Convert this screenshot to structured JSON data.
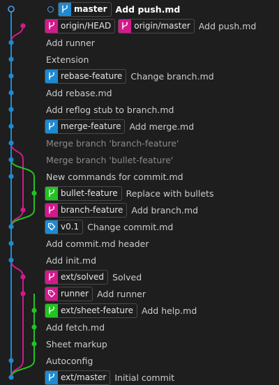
{
  "colors": {
    "background": "#1e1e1e",
    "text": "#cccccc",
    "merge_text": "#8b8b8b",
    "lane_blue": "#1f8ad2",
    "lane_magenta": "#d21a8c",
    "lane_green": "#22c322",
    "badge_border": "#4a4a4a"
  },
  "commits": [
    {
      "message": "Add push.md",
      "head": true,
      "merge": false,
      "refs": [
        {
          "label": "master",
          "type": "branch",
          "color": "blue",
          "current": true
        }
      ]
    },
    {
      "message": "Add push.md",
      "head": false,
      "merge": false,
      "refs": [
        {
          "label": "origin/HEAD",
          "type": "branch",
          "color": "magenta"
        },
        {
          "label": "origin/master",
          "type": "branch",
          "color": "magenta"
        }
      ]
    },
    {
      "message": "Add runner",
      "head": false,
      "merge": false,
      "refs": []
    },
    {
      "message": "Extension",
      "head": false,
      "merge": false,
      "refs": []
    },
    {
      "message": "Change branch.md",
      "head": false,
      "merge": false,
      "refs": [
        {
          "label": "rebase-feature",
          "type": "branch",
          "color": "blue"
        }
      ]
    },
    {
      "message": "Add rebase.md",
      "head": false,
      "merge": false,
      "refs": []
    },
    {
      "message": "Add reflog stub to branch.md",
      "head": false,
      "merge": false,
      "refs": []
    },
    {
      "message": "Add merge.md",
      "head": false,
      "merge": false,
      "refs": [
        {
          "label": "merge-feature",
          "type": "branch",
          "color": "blue"
        }
      ]
    },
    {
      "message": "Merge branch 'branch-feature'",
      "head": false,
      "merge": true,
      "refs": []
    },
    {
      "message": "Merge branch 'bullet-feature'",
      "head": false,
      "merge": true,
      "refs": []
    },
    {
      "message": "New commands for commit.md",
      "head": false,
      "merge": false,
      "refs": []
    },
    {
      "message": "Replace with bullets",
      "head": false,
      "merge": false,
      "refs": [
        {
          "label": "bullet-feature",
          "type": "branch",
          "color": "green"
        }
      ]
    },
    {
      "message": "Add branch.md",
      "head": false,
      "merge": false,
      "refs": [
        {
          "label": "branch-feature",
          "type": "branch",
          "color": "magenta"
        }
      ]
    },
    {
      "message": "Change commit.md",
      "head": false,
      "merge": false,
      "refs": [
        {
          "label": "v0.1",
          "type": "tag",
          "color": "blue"
        }
      ]
    },
    {
      "message": "Add commit.md header",
      "head": false,
      "merge": false,
      "refs": []
    },
    {
      "message": "Add init.md",
      "head": false,
      "merge": false,
      "refs": []
    },
    {
      "message": "Solved",
      "head": false,
      "merge": false,
      "refs": [
        {
          "label": "ext/solved",
          "type": "branch",
          "color": "magenta"
        }
      ]
    },
    {
      "message": "Add runner",
      "head": false,
      "merge": false,
      "refs": [
        {
          "label": "runner",
          "type": "tag",
          "color": "magenta"
        }
      ]
    },
    {
      "message": "Add help.md",
      "head": false,
      "merge": false,
      "refs": [
        {
          "label": "ext/sheet-feature",
          "type": "branch",
          "color": "green"
        }
      ]
    },
    {
      "message": "Add fetch.md",
      "head": false,
      "merge": false,
      "refs": []
    },
    {
      "message": "Sheet markup",
      "head": false,
      "merge": false,
      "refs": []
    },
    {
      "message": "Autoconfig",
      "head": false,
      "merge": false,
      "refs": []
    },
    {
      "message": "Initial commit",
      "head": false,
      "merge": false,
      "refs": [
        {
          "label": "ext/master",
          "type": "branch",
          "color": "blue"
        }
      ]
    }
  ],
  "graph": {
    "nodes": [
      {
        "row": 0,
        "lane": 0,
        "color": "blue",
        "hollow": true
      },
      {
        "row": 1,
        "lane": 1,
        "color": "magenta"
      },
      {
        "row": 2,
        "lane": 0,
        "color": "blue"
      },
      {
        "row": 3,
        "lane": 0,
        "color": "blue"
      },
      {
        "row": 4,
        "lane": 0,
        "color": "blue"
      },
      {
        "row": 5,
        "lane": 0,
        "color": "blue"
      },
      {
        "row": 6,
        "lane": 0,
        "color": "blue"
      },
      {
        "row": 7,
        "lane": 0,
        "color": "blue"
      },
      {
        "row": 8,
        "lane": 0,
        "color": "blue"
      },
      {
        "row": 9,
        "lane": 0,
        "color": "blue"
      },
      {
        "row": 10,
        "lane": 0,
        "color": "blue"
      },
      {
        "row": 11,
        "lane": 2,
        "color": "green"
      },
      {
        "row": 12,
        "lane": 1,
        "color": "magenta"
      },
      {
        "row": 13,
        "lane": 0,
        "color": "blue"
      },
      {
        "row": 14,
        "lane": 0,
        "color": "blue"
      },
      {
        "row": 15,
        "lane": 0,
        "color": "blue"
      },
      {
        "row": 16,
        "lane": 1,
        "color": "magenta"
      },
      {
        "row": 17,
        "lane": 1,
        "color": "magenta"
      },
      {
        "row": 18,
        "lane": 2,
        "color": "green"
      },
      {
        "row": 19,
        "lane": 2,
        "color": "green"
      },
      {
        "row": 20,
        "lane": 2,
        "color": "green"
      },
      {
        "row": 21,
        "lane": 0,
        "color": "blue"
      },
      {
        "row": 22,
        "lane": 0,
        "color": "blue"
      }
    ],
    "edges": [
      {
        "from": [
          0,
          0
        ],
        "to": [
          22,
          0
        ],
        "color": "blue"
      },
      {
        "from": [
          1,
          1
        ],
        "to": [
          2,
          0
        ],
        "color": "magenta"
      },
      {
        "from": [
          8,
          0
        ],
        "to": [
          9,
          1
        ],
        "color": "magenta"
      },
      {
        "from": [
          9,
          1
        ],
        "to": [
          12,
          1
        ],
        "color": "magenta"
      },
      {
        "from": [
          12,
          1
        ],
        "to": [
          13,
          0
        ],
        "color": "magenta"
      },
      {
        "from": [
          9,
          0
        ],
        "to": [
          10,
          2
        ],
        "color": "green"
      },
      {
        "from": [
          10,
          2
        ],
        "to": [
          11,
          2
        ],
        "color": "green"
      },
      {
        "from": [
          11,
          2
        ],
        "to": [
          13,
          0
        ],
        "color": "green"
      },
      {
        "from": [
          15,
          0
        ],
        "to": [
          16,
          1
        ],
        "color": "magenta"
      },
      {
        "from": [
          16,
          1
        ],
        "to": [
          21,
          1
        ],
        "color": "magenta"
      },
      {
        "from": [
          21,
          1
        ],
        "to": [
          22,
          0
        ],
        "color": "magenta"
      },
      {
        "from": [
          17,
          2
        ],
        "to": [
          18,
          2
        ],
        "color": "green"
      },
      {
        "from": [
          18,
          2
        ],
        "to": [
          21,
          2
        ],
        "color": "green"
      },
      {
        "from": [
          21,
          2
        ],
        "to": [
          22,
          0
        ],
        "color": "green"
      }
    ]
  }
}
